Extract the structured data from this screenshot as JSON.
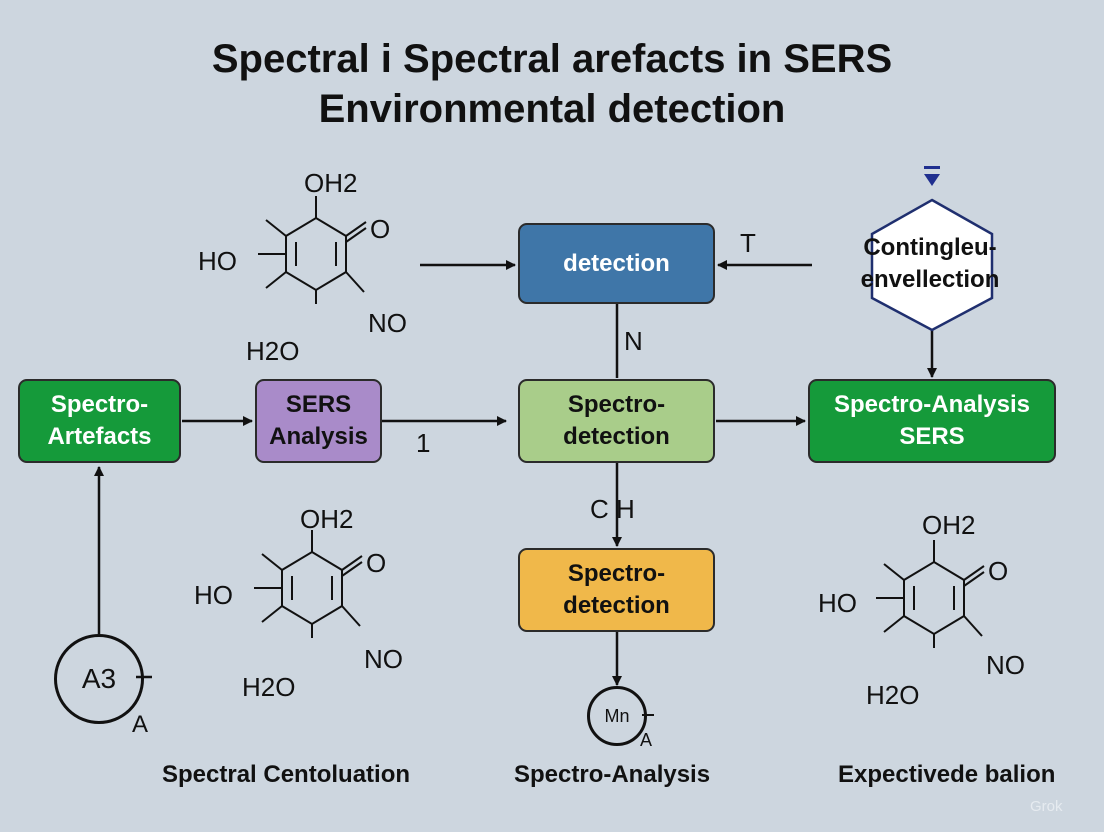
{
  "title": {
    "line1": "Spectral i Spectral arefacts in SERS",
    "line2": "Environmental detection"
  },
  "boxes": {
    "spectro_artefacts": "Spectro-\nArtefacts",
    "sers_analysis": "SERS\nAnalysis",
    "spectro_detection_center": "Spectro-\ndetection",
    "detection_top": "detection",
    "spectro_analysis_sers": "Spectro-Analysis\nSERS",
    "spectro_detection_bottom": "Spectro-\ndetection"
  },
  "hexagon_label": "Contingleu-\nenvellection",
  "arrow_labels": {
    "t": "T",
    "n": "N",
    "one": "1",
    "ch": "C H"
  },
  "molecule": {
    "oh2": "OH2",
    "o": "O",
    "ho": "HO",
    "no": "NO",
    "h2o": "H2O"
  },
  "circles": {
    "left": {
      "main": "A3",
      "sub": "A"
    },
    "bottom": {
      "main": "Mn",
      "sub": "A"
    }
  },
  "captions": {
    "left": "Spectral Centoluation",
    "center": "Spectro-Analysis",
    "right": "Expectivede balion"
  },
  "watermark": "Grok",
  "colors": {
    "background": "#cdd6df",
    "green": "#159a3a",
    "purple": "#a98bc9",
    "light_green": "#a9cd8a",
    "blue": "#3f76a8",
    "orange": "#f0b84a",
    "marker_blue": "#1f2f8f"
  }
}
